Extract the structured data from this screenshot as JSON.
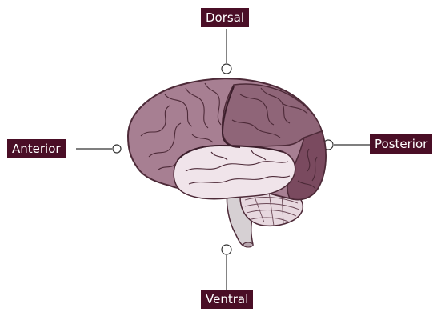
{
  "labels": {
    "dorsal": "Dorsal",
    "anterior": "Anterior",
    "posterior": "Posterior",
    "ventral": "Ventral"
  },
  "colors": {
    "label_bg": "#4a0e26",
    "frontal_lobe": "#a77f92",
    "parietal_lobe": "#8f6578",
    "occipital_lobe": "#7a4a5f",
    "temporal_lobe": "#f0e4ea",
    "cerebellum": "#e7d8df",
    "brainstem": "#d6d0d3",
    "outline": "#4d2a38",
    "pointer_line": "#333333"
  },
  "icons": {
    "pointer_end": "circle"
  }
}
